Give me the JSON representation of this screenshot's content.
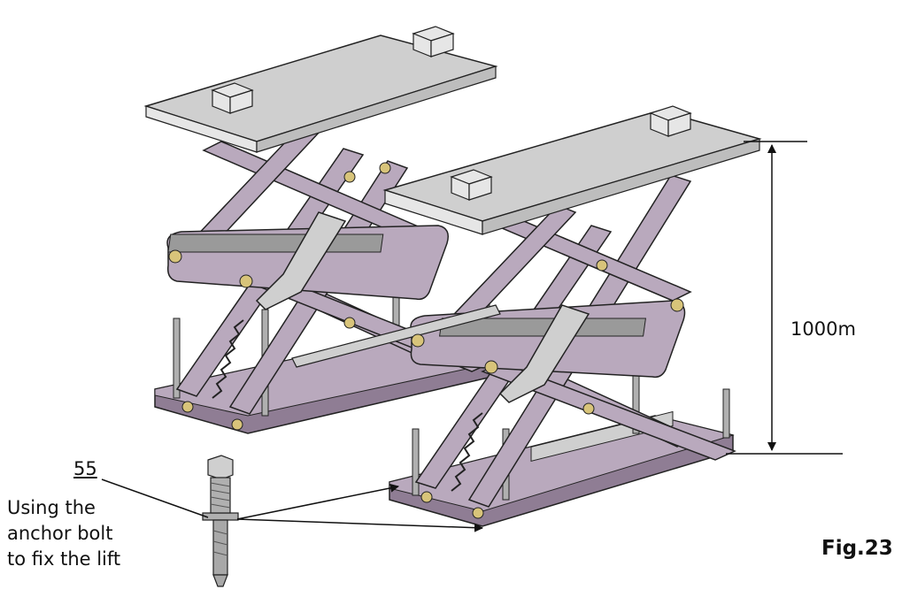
{
  "dimension_label": "1000m",
  "part_number": "55",
  "caption_lines": [
    "Using the",
    "anchor bolt",
    "to fix the lift"
  ],
  "figure_label": "Fig.23",
  "colors": {
    "frame": "#b9a9bd",
    "frame_dark": "#8f7d94",
    "platform": "#cfcfcf",
    "outline": "#222222",
    "block": "#e6e6e6",
    "bolt": "#b0b0b0",
    "cylinder": "#9a9a9a"
  }
}
